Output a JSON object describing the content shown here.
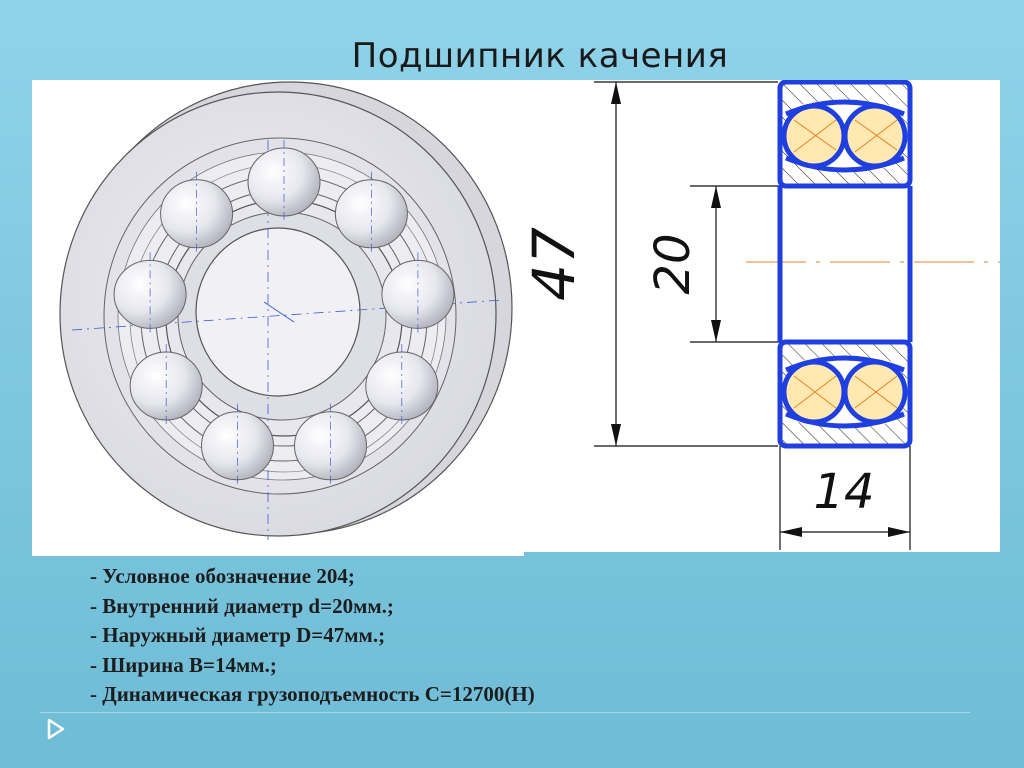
{
  "title": "Подшипник качения",
  "drawing": {
    "dim_outer": "47",
    "dim_inner": "20",
    "dim_width": "14"
  },
  "specs": [
    "- Условное обозначение 204;",
    "- Внутренний диаметр d=20мм.;",
    "- Наружный диаметр D=47мм.;",
    "- Ширина B=14мм.;",
    "- Динамическая грузоподъемность C=12700(Н)"
  ],
  "colors": {
    "outline_blue": "#1f3fe0",
    "centerline_orange": "#e8822a",
    "ball_fill": "#ffe9b0",
    "background": "#8fd3ea"
  },
  "icons": {
    "nav": "play-arrow-icon"
  }
}
